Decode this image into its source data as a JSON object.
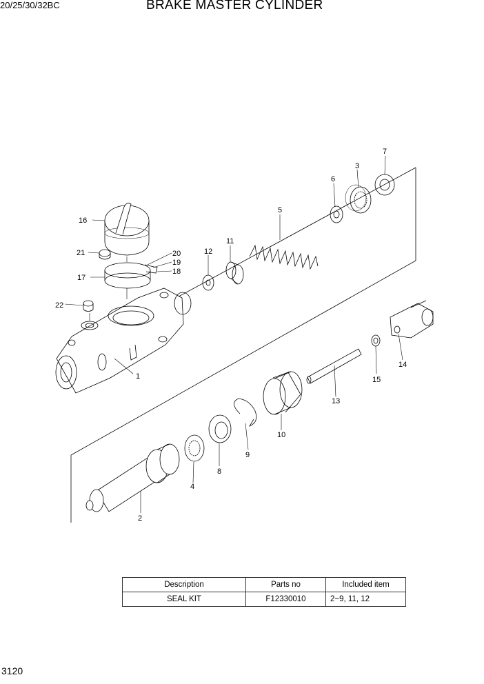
{
  "header": {
    "model": "20/25/30/32BC",
    "title": "BRAKE MASTER CYLINDER"
  },
  "callouts": {
    "p1": "1",
    "p2": "2",
    "p3": "3",
    "p4": "4",
    "p5": "5",
    "p6": "6",
    "p7": "7",
    "p8": "8",
    "p9": "9",
    "p10": "10",
    "p11": "11",
    "p12": "12",
    "p13": "13",
    "p14": "14",
    "p15": "15",
    "p16": "16",
    "p17": "17",
    "p18": "18",
    "p19": "19",
    "p20": "20",
    "p21": "21",
    "p22": "22"
  },
  "kit_table": {
    "headers": [
      "Description",
      "Parts no",
      "Included item"
    ],
    "rows": [
      [
        "SEAL KIT",
        "F12330010",
        "2~9, 11, 12"
      ]
    ]
  },
  "footer": {
    "page_number": "3120"
  }
}
